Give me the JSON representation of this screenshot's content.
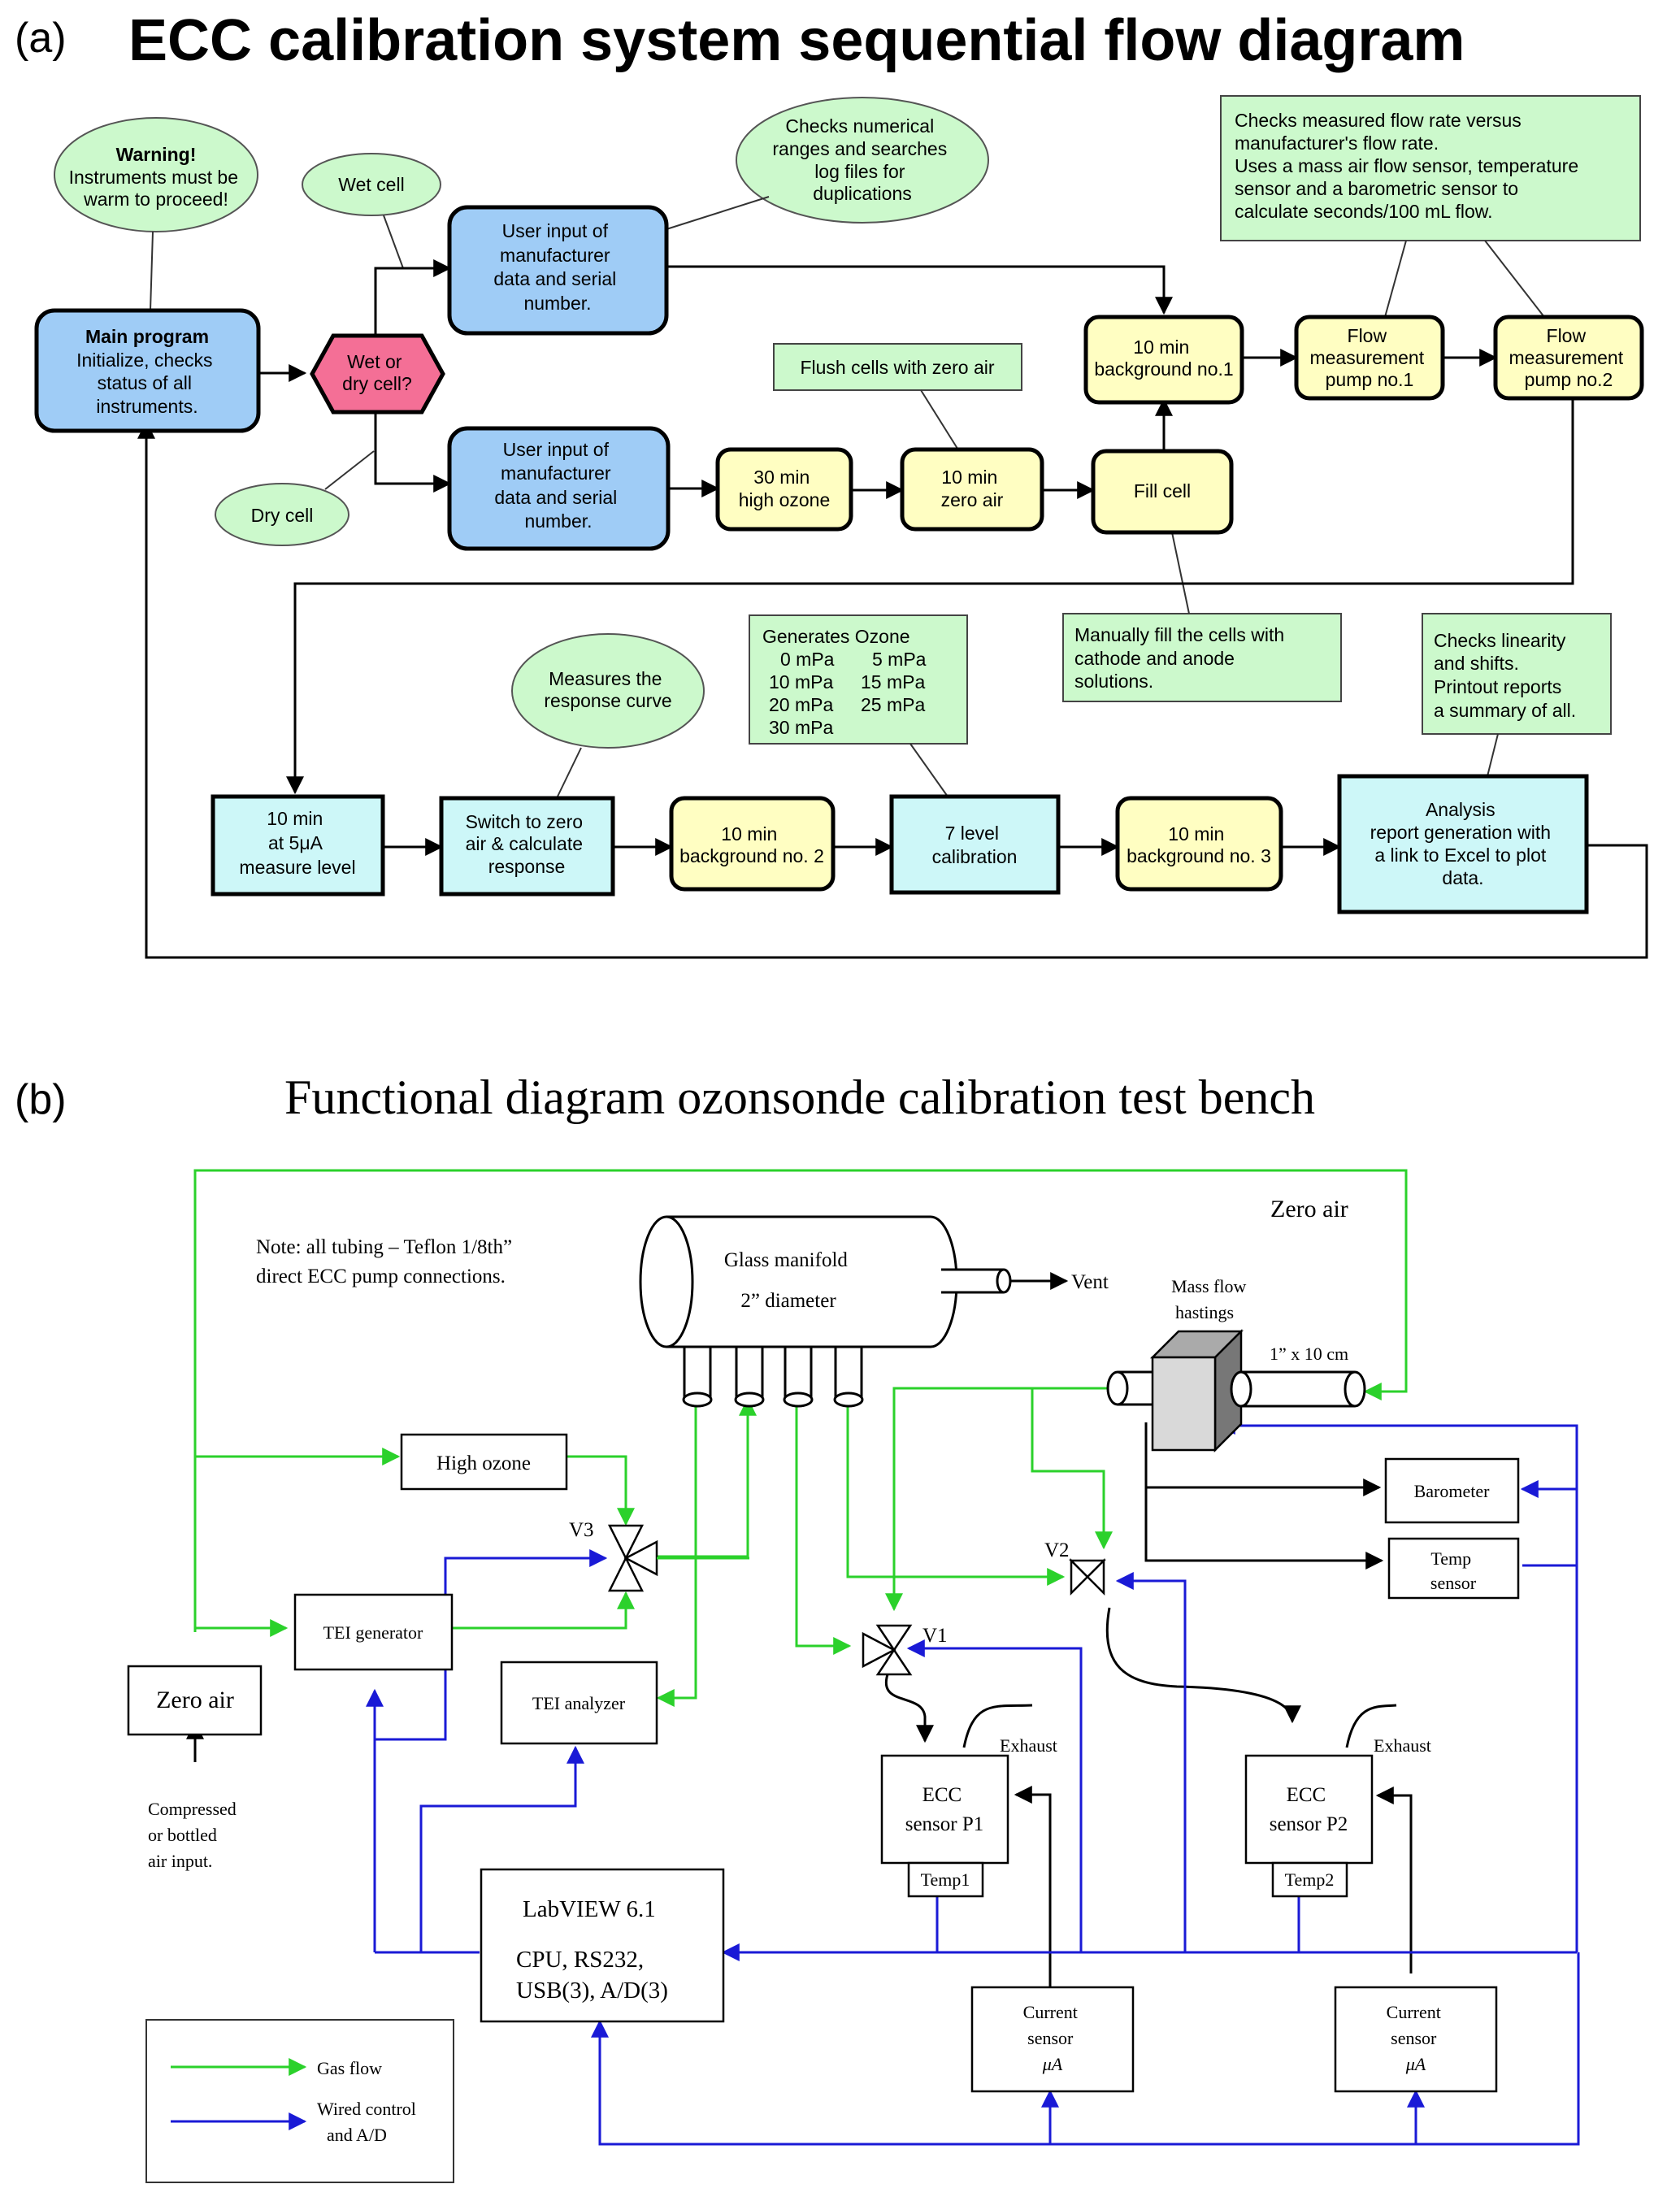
{
  "panel_a": {
    "label": "(a)",
    "title": "ECC calibration system sequential flow diagram",
    "nodes": {
      "main": [
        "Main program",
        "Initialize, checks",
        "status of all",
        "instruments."
      ],
      "decision": [
        "Wet or",
        "dry cell?"
      ],
      "wet_input": [
        "User input of",
        "manufacturer",
        "data and serial",
        "number."
      ],
      "dry_input": [
        "User input of",
        "manufacturer",
        "data and serial",
        "number."
      ],
      "high_ozone": [
        "30 min",
        "high ozone"
      ],
      "zero_air": [
        "10 min",
        "zero air"
      ],
      "fill_cell": [
        "Fill cell"
      ],
      "bg1": [
        "10 min",
        "background no.1"
      ],
      "pump1": [
        "Flow",
        "measurement",
        "pump no.1"
      ],
      "pump2": [
        "Flow",
        "measurement",
        "pump no.2"
      ],
      "measure": [
        "10 min",
        "at 5μA",
        "measure level"
      ],
      "switch": [
        "Switch to zero",
        "air & calculate",
        "response"
      ],
      "bg2": [
        "10 min",
        "background no. 2"
      ],
      "cal7": [
        "7 level",
        "calibration"
      ],
      "bg3": [
        "10 min",
        "background no. 3"
      ],
      "analysis": [
        "Analysis",
        "report generation with",
        "a link to Excel to plot",
        "data."
      ]
    },
    "bubbles": {
      "warning": [
        "Warning!",
        "Instruments must be",
        "warm to proceed!"
      ],
      "wet": [
        "Wet cell"
      ],
      "dry": [
        "Dry cell"
      ],
      "checks": [
        "Checks numerical",
        "ranges and searches",
        "log files for",
        "duplications"
      ],
      "response": [
        "Measures the",
        "response curve"
      ]
    },
    "notes": {
      "flow_rate": [
        "Checks measured flow rate versus",
        "manufacturer's flow rate.",
        "Uses a mass air flow sensor, temperature",
        "sensor and a barometric sensor to",
        "calculate seconds/100 mL flow."
      ],
      "flush": [
        "Flush cells with zero air"
      ],
      "manual": [
        "Manually fill the cells with",
        "cathode and anode",
        "solutions."
      ],
      "linearity": [
        "Checks linearity",
        "and shifts.",
        "Printout reports",
        "a summary of all."
      ],
      "ozone_levels": [
        "Generates Ozone",
        "0 mPa",
        "5 mPa",
        "10 mPa",
        "15 mPa",
        "20 mPa",
        "25 mPa",
        "30 mPa"
      ]
    }
  },
  "panel_b": {
    "label": "(b)",
    "title": "Functional diagram ozonsonde calibration test bench",
    "note": [
      "Note: all tubing – Teflon 1/8th”",
      "direct ECC pump connections."
    ],
    "zero_air_top": "Zero air",
    "manifold": [
      "Glass manifold",
      "2” diameter"
    ],
    "vent": "Vent",
    "mass_flow": [
      "Mass flow",
      "hastings"
    ],
    "tube_size": "1” x 10 cm",
    "high_ozone": "High ozone",
    "tei_generator": "TEI  generator",
    "tei_analyzer": "TEI analyzer",
    "zero_air_box": "Zero air",
    "compressed": [
      "Compressed",
      "or bottled",
      "air input."
    ],
    "v1": "V1",
    "v2": "V2",
    "v3": "V3",
    "barometer": "Barometer",
    "temp_sensor": [
      "Temp",
      "sensor"
    ],
    "exhaust1": "Exhaust",
    "exhaust2": "Exhaust",
    "ecc1": [
      "ECC",
      "sensor P1"
    ],
    "ecc2": [
      "ECC",
      "sensor P2"
    ],
    "temp1": "Temp1",
    "temp2": "Temp2",
    "labview": [
      "LabVIEW 6.1",
      "CPU, RS232,",
      "USB(3), A/D(3)"
    ],
    "current1": [
      "Current",
      "sensor",
      "μA"
    ],
    "current2": [
      "Current",
      "sensor",
      "μA"
    ],
    "legend": {
      "gas": "Gas flow",
      "wired": [
        "Wired control",
        "and A/D"
      ],
      "gas_color": "#2bd12b",
      "wired_color": "#1a1ad6"
    }
  }
}
